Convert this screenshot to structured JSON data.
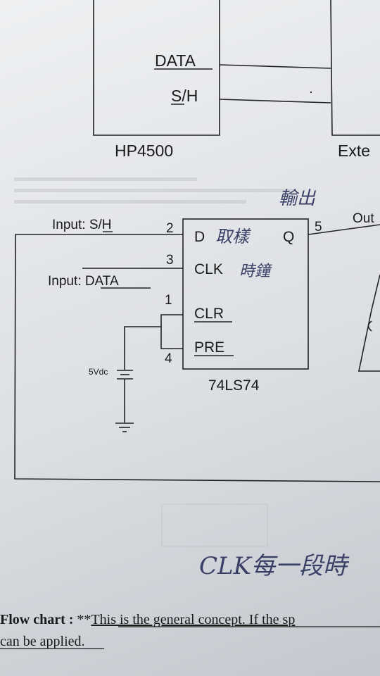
{
  "top_block": {
    "name": "HP4500",
    "pin_data": "DATA",
    "pin_sh_s": "S",
    "pin_sh_rest": "/H",
    "right_block_partial": "Exte"
  },
  "chip": {
    "name": "74LS74",
    "pin_d": "D",
    "pin_clk": "CLK",
    "pin_clr": "CLR",
    "pin_pre": "PRE",
    "pin_q": "Q",
    "pin_num_2": "2",
    "pin_num_3": "3",
    "pin_num_1": "1",
    "pin_num_4": "4",
    "pin_num_5": "5"
  },
  "inputs": {
    "sh_prefix": "Input: ",
    "sh_s": "S",
    "sh_rest": "/H",
    "data_prefix": "Input: ",
    "data_label": "DATA"
  },
  "output_partial": "Out",
  "supply": {
    "label": "5Vdc"
  },
  "handwriting": {
    "d_note": "取樣",
    "clk_note": "時鐘",
    "q_note": "輸出",
    "bottom_note": "CLK每一段時"
  },
  "footer": {
    "bold_label": "Flow chart :",
    "stars": " **",
    "underlined_text": "This is the general concept. If the sp",
    "line2": "can be applied."
  }
}
